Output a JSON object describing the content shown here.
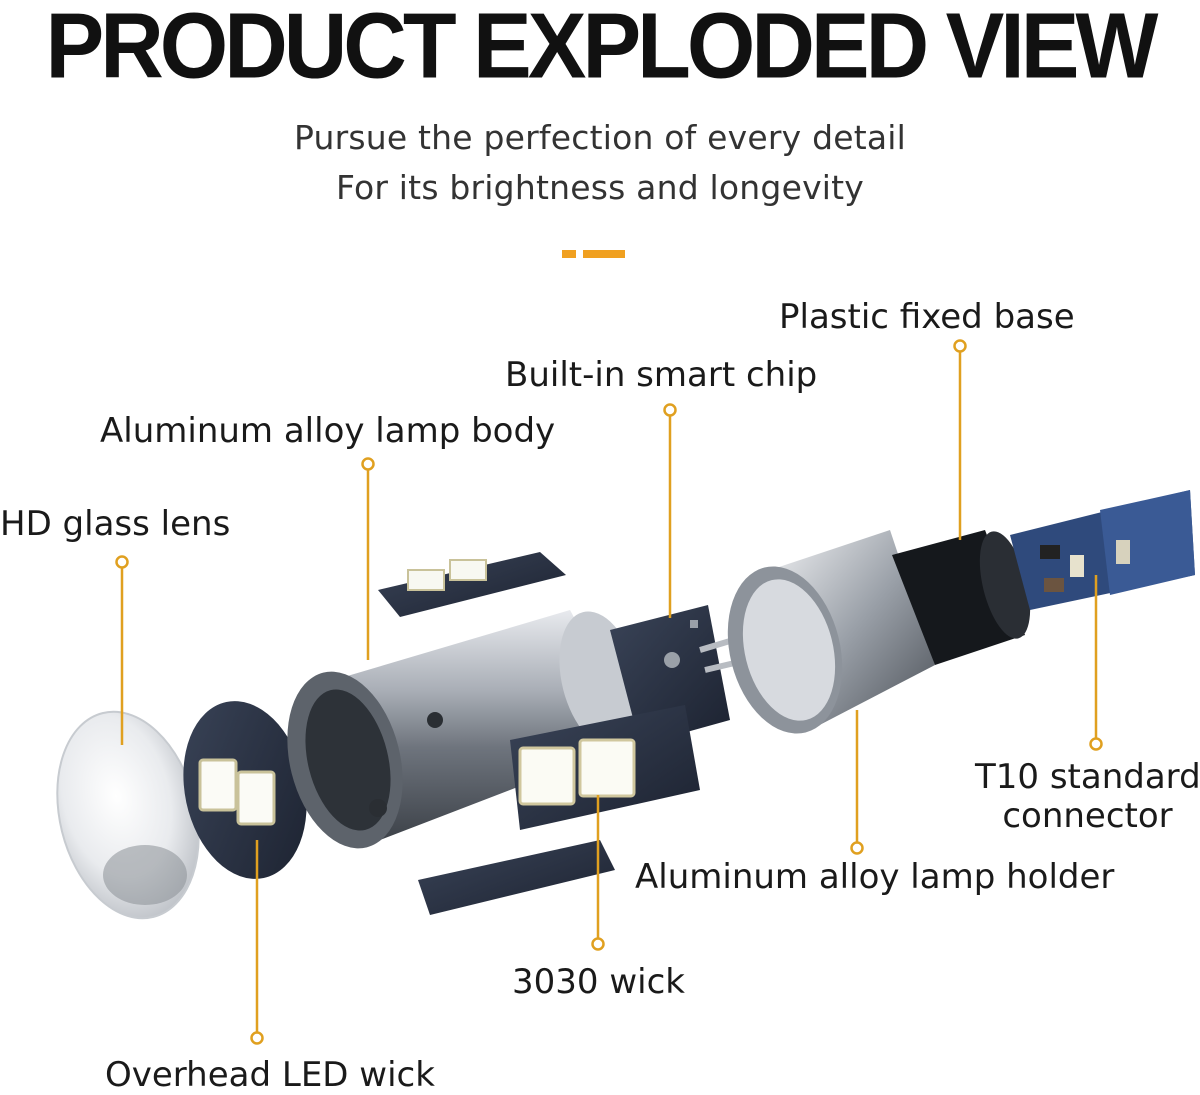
{
  "header": {
    "title": "PRODUCT EXPLODED VIEW",
    "subtitle_line1": "Pursue the perfection of every detail",
    "subtitle_line2": "For its brightness and longevity"
  },
  "colors": {
    "accent": "#f0a020",
    "leader_line": "#e0a020",
    "text": "#1a1a1a"
  },
  "callouts": {
    "plastic_base": "Plastic fixed base",
    "smart_chip": "Built-in smart chip",
    "lamp_body": "Aluminum alloy lamp body",
    "glass_lens": "HD glass lens",
    "t10_line1": "T10 standard",
    "t10_line2": "connector",
    "lamp_holder": "Aluminum alloy lamp holder",
    "wick_3030": "3030 wick",
    "overhead_led": "Overhead LED wick"
  }
}
